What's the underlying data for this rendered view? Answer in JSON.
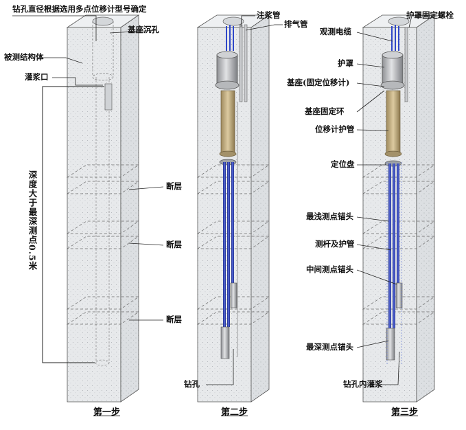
{
  "panel1": {
    "labels": {
      "borehole_note": "钻孔直径根据选用多点位移计型号确定",
      "base_pit": "基座沉孔",
      "structure": "被测结构体",
      "grout_port": "灌浆口",
      "fault1": "断层",
      "fault2": "断层",
      "fault3": "断层",
      "depth_note": "深度大于最深测点0.5米"
    },
    "step": "第一步"
  },
  "panel2": {
    "labels": {
      "grout_pipe": "注浆管",
      "exhaust_pipe": "排气管",
      "borehole": "钻孔"
    },
    "step": "第二步"
  },
  "panel3": {
    "labels": {
      "cover_bolt": "护罩固定螺栓",
      "cable": "观测电缆",
      "cover": "护罩",
      "base": "基座(固定位移计)",
      "base_ring": "基座固定环",
      "sensor_tube": "位移计护管",
      "spacer": "定位盘",
      "shallow_anchor": "最浅测点锚头",
      "rod": "测杆及护管",
      "mid_anchor": "中间测点锚头",
      "deep_anchor": "最深测点锚头",
      "hole_grout": "钻孔内灌浆"
    },
    "step": "第三步"
  },
  "colors": {
    "block_fill": "#e6e8ea",
    "block_edge": "#555555",
    "dash": "#6a6a6a",
    "rod_blue": "#2c3eaa",
    "sleeve_tan": "#c8b48a",
    "cover_grey": "#b8b8b8",
    "cable_blue": "#3048c8"
  }
}
